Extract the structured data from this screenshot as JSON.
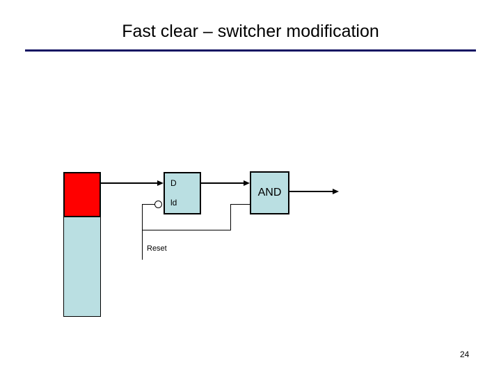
{
  "slide": {
    "title": "Fast clear – switcher modification",
    "page_number": "24"
  },
  "diagram": {
    "flipflop": {
      "data_label": "D",
      "load_label": "ld"
    },
    "and_gate_label": "AND",
    "reset_label": "Reset",
    "colors": {
      "highlight_red": "#ff0000",
      "box_fill": "#badfe2",
      "title_divider": "#0d0d62",
      "wire": "#000000"
    }
  }
}
